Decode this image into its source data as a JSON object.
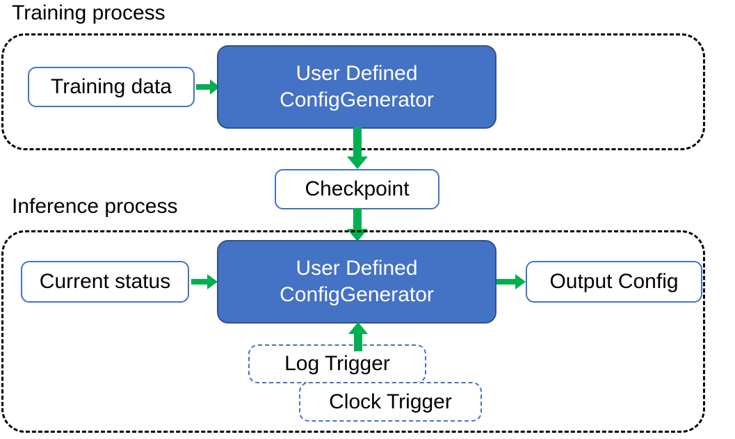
{
  "diagram": {
    "title_training": "Training process",
    "title_inference": "Inference process",
    "colors": {
      "process_blue": "#4472C4",
      "process_blue_border": "#2F528F",
      "arrow_green": "#00B050",
      "box_border_blue": "#4472C4",
      "container_dash": "#000000",
      "text_dark": "#000000",
      "text_light": "#FFFFFF"
    }
  },
  "training": {
    "input_label": "Training data",
    "processor_line1": "User Defined",
    "processor_line2": "ConfigGenerator"
  },
  "checkpoint": {
    "label": "Checkpoint"
  },
  "inference": {
    "input_label": "Current status",
    "processor_line1": "User Defined",
    "processor_line2": "ConfigGenerator",
    "output_label": "Output Config",
    "trigger_log": "Log Trigger",
    "trigger_clock": "Clock Trigger"
  },
  "arrows": [
    {
      "name": "training-data-to-processor",
      "direction": "right"
    },
    {
      "name": "training-processor-to-checkpoint",
      "direction": "down"
    },
    {
      "name": "checkpoint-to-inference-processor",
      "direction": "down"
    },
    {
      "name": "current-status-to-processor",
      "direction": "right"
    },
    {
      "name": "processor-to-output-config",
      "direction": "right"
    },
    {
      "name": "log-trigger-to-processor",
      "direction": "up"
    }
  ]
}
